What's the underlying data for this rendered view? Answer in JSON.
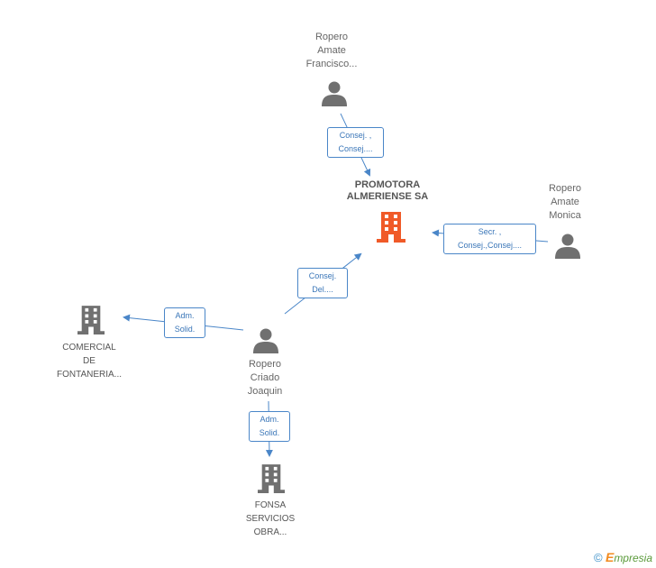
{
  "nodes": {
    "francisco": {
      "lines": [
        "Ropero",
        "Amate",
        "Francisco..."
      ],
      "icon": "person-icon"
    },
    "monica": {
      "lines": [
        "Ropero",
        "Amate",
        "Monica"
      ],
      "icon": "person-icon"
    },
    "joaquin": {
      "lines": [
        "Ropero",
        "Criado",
        "Joaquin"
      ],
      "icon": "person-icon"
    },
    "promotora": {
      "lines": [
        "PROMOTORA",
        "ALMERIENSE SA"
      ],
      "icon": "building-icon",
      "color": "#f05a28"
    },
    "comercial": {
      "lines": [
        "COMERCIAL",
        "DE",
        "FONTANERIA..."
      ],
      "icon": "building-icon",
      "color": "#707070"
    },
    "fonsa": {
      "lines": [
        "FONSA",
        "SERVICIOS",
        "OBRA..."
      ],
      "icon": "building-icon",
      "color": "#707070"
    }
  },
  "edges": {
    "francisco_promotora": [
      "Consej. ,",
      "Consej...."
    ],
    "monica_promotora": [
      "Secr. ,",
      "Consej.,Consej...."
    ],
    "joaquin_promotora": [
      "Consej.",
      "Del...."
    ],
    "joaquin_comercial": [
      "Adm.",
      "Solid."
    ],
    "joaquin_fonsa": [
      "Adm.",
      "Solid."
    ]
  },
  "colors": {
    "person": "#707070",
    "edge": "#4a86c8"
  },
  "watermark": {
    "copyright": "©",
    "brand_initial": "E",
    "brand_rest": "mpresia"
  }
}
